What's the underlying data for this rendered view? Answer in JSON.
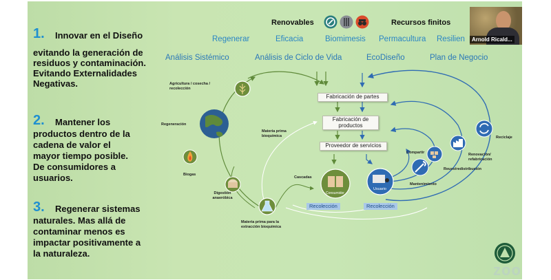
{
  "meeting": {
    "participant_name": "Arnold Ricald...",
    "watermark": "zoo"
  },
  "slide": {
    "steps": [
      {
        "number": "1.",
        "lines": [
          "Innovar en el Diseño",
          "evitando la generación de",
          "residuos y contaminación.",
          "Evitando Externalidades",
          "Negativas."
        ]
      },
      {
        "number": "2.",
        "lines": [
          "Mantener los",
          "productos dentro de la",
          "cadena de valor el",
          "mayor tiempo posible.",
          "De consumidores a",
          "usuarios."
        ]
      },
      {
        "number": "3.",
        "lines": [
          "Regenerar sistemas",
          "naturales. Mas allá de",
          "contaminar menos es",
          "impactar positivamente a",
          "la naturaleza."
        ]
      }
    ],
    "header": {
      "renovables": "Renovables",
      "recursos_finitos": "Recursos finitos"
    },
    "terms_row1": [
      "Regenerar",
      "Eficacia",
      "Biomimesis",
      "Permacultura",
      "Resilien"
    ],
    "terms_row2": [
      "Análisis Sistémico",
      "Análisis de Ciclo de Vida",
      "EcoDiseño",
      "Plan de Negocio"
    ],
    "diagram": {
      "boxes": {
        "fabricacion_partes": "Fabricación de partes",
        "fabricacion_productos": "Fabricación de productos",
        "proveedor": "Proveedor de servicios"
      },
      "labels": {
        "agricultura": "Agricultura / cosecha / recolección",
        "regeneracion": "Regeneración",
        "biogas": "Biogas",
        "digestion": "Digestión anaeróbica",
        "materia_bioquimica": "Materia prima bioquímica",
        "cascadas": "Cascadas",
        "materia_extraccion": "Materia prima para la extracción bioquímica",
        "consumidor": "Consumidor",
        "usuario": "Usuario",
        "recoleccion_1": "Recolección",
        "recoleccion_2": "Recolección",
        "compartir": "Compartir",
        "mantenimiento": "Mantenimiento",
        "reuso": "Reuso/redistribución",
        "renovacion": "Renovación/ refabricación",
        "reciclaje": "Reciclaje"
      }
    }
  },
  "colors": {
    "slide_bg": "#c8e6b4",
    "step_number": "#1f8fd0",
    "term_blue": "#2a86c4",
    "biological_green": "#5f8a3a",
    "technical_blue": "#2f6bb3",
    "badge_teal": "#2b7f7e",
    "badge_gray": "#8a8e94",
    "badge_red": "#d94b2b"
  }
}
